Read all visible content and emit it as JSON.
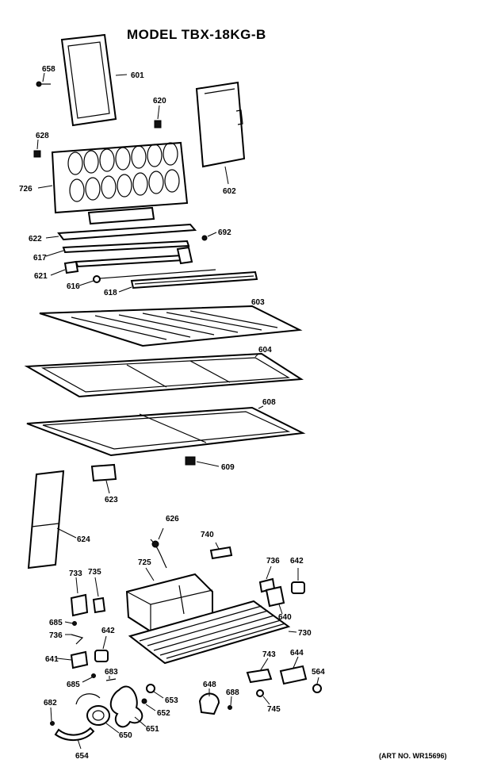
{
  "title": "MODEL TBX-18KG-B",
  "art_number": "(ART NO. WR15696)",
  "callouts": {
    "c601": "601",
    "c658": "658",
    "c620": "620",
    "c628": "628",
    "c726": "726",
    "c602": "602",
    "c622": "622",
    "c692": "692",
    "c617": "617",
    "c621": "621",
    "c616": "616",
    "c618": "618",
    "c603": "603",
    "c604": "604",
    "c608": "608",
    "c609": "609",
    "c623": "623",
    "c624": "624",
    "c626": "626",
    "c740": "740",
    "c725": "725",
    "c736a": "736",
    "c642a": "642",
    "c733": "733",
    "c735": "735",
    "c640": "640",
    "c685a": "685",
    "c736b": "736",
    "c642b": "642",
    "c730": "730",
    "c641": "641",
    "c743": "743",
    "c644": "644",
    "c685b": "685",
    "c683": "683",
    "c564": "564",
    "c682": "682",
    "c648": "648",
    "c688": "688",
    "c653": "653",
    "c652": "652",
    "c745": "745",
    "c650": "650",
    "c651": "651",
    "c654": "654"
  }
}
